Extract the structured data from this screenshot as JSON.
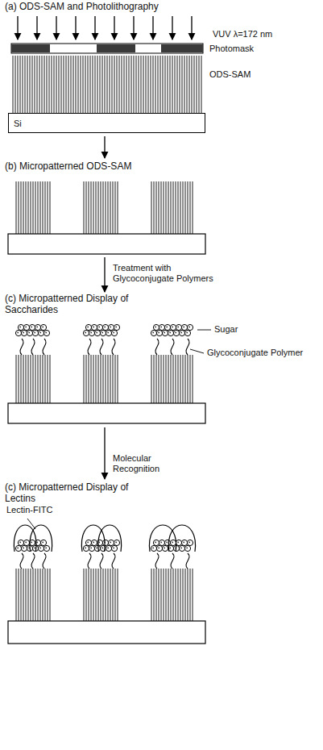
{
  "diagram": {
    "nodes": [
      {
        "text": [
          "Si"
        ]
      }
    ],
    "labels": [
      "(a) ODS-SAM and Photolithography",
      "VUV λ=172 nm",
      "Photomask",
      "ODS-SAM",
      "(b) Micropatterned ODS-SAM",
      "Treatment with Glycoconjugate Polymers",
      "(c) Micropatterned Display of Saccharides",
      "Sugar",
      "Glycoconjugate Polymer",
      "Molecular Recognition",
      "(c) Micropatterned Display of Lectins",
      "Lectin-FITC"
    ]
  }
}
